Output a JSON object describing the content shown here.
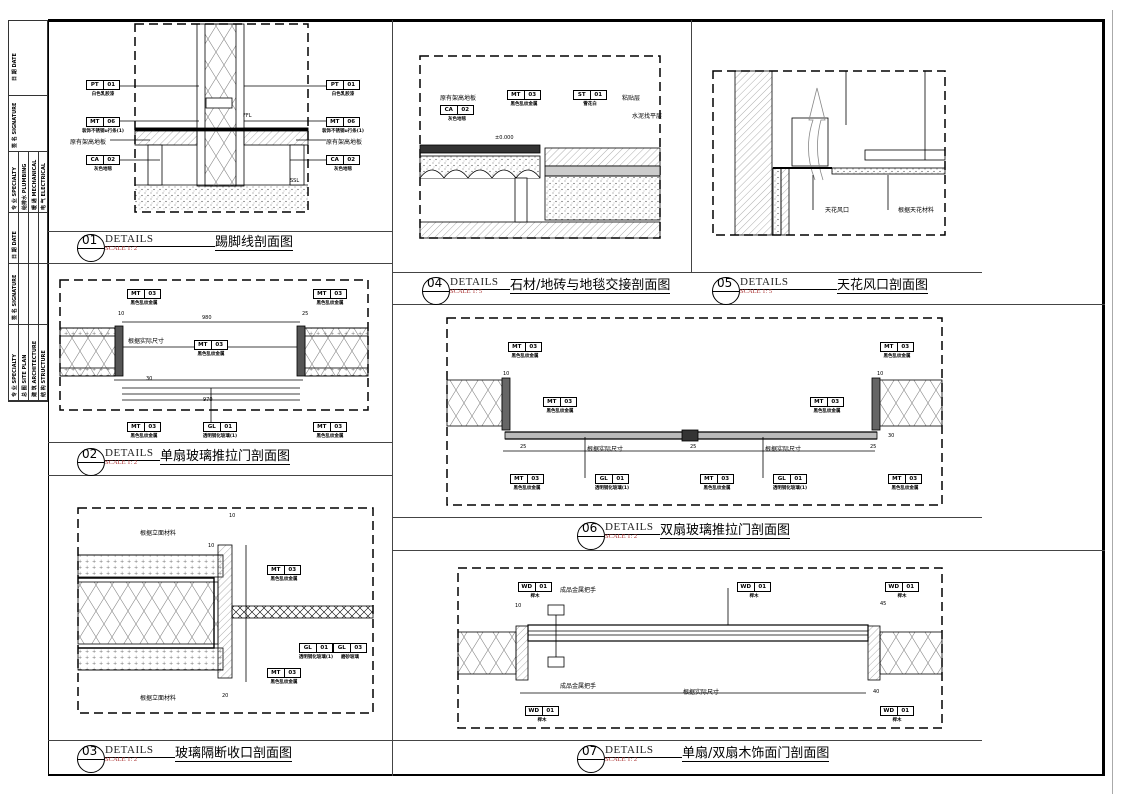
{
  "title_block": {
    "upper": {
      "date": "日 期 DATE",
      "signature": "签 名 SIGNATURE",
      "specialty": "专 业 SPECIALTY",
      "items": [
        "给排水 PLUMBING",
        "暖 通 MECHANICAL",
        "电 气 ELECTRICAL"
      ]
    },
    "lower": {
      "date": "日 期 DATE",
      "signature": "签 名 SIGNATURE",
      "specialty": "专 业 SPECIALTY",
      "items": [
        "总 图 SITE PLAN",
        "建 筑 ARCHITECTURE",
        "结 构 STRUCTURE"
      ]
    }
  },
  "details": [
    {
      "num": "01",
      "label": "DETAILS",
      "title": "踢脚线剖面图",
      "scale": "SCALE 1: 2",
      "callouts": [
        {
          "code": "PT",
          "num": "01",
          "desc": "白色乳胶漆"
        },
        {
          "code": "PT",
          "num": "01",
          "desc": "白色乳胶漆"
        },
        {
          "code": "MT",
          "num": "06",
          "desc": "装饰不锈钢u行条(1)"
        },
        {
          "code": "MT",
          "num": "06",
          "desc": "装饰不锈钢u行条(1)"
        },
        {
          "code": "CA",
          "num": "02",
          "desc": "灰色地毯"
        },
        {
          "code": "CA",
          "num": "02",
          "desc": "灰色地毯"
        }
      ],
      "notes": [
        "原有架高地板",
        "原有架高地板",
        "FFL",
        "SSL"
      ]
    },
    {
      "num": "02",
      "label": "DETAILS",
      "title": "单扇玻璃推拉门剖面图",
      "scale": "SCALE 1: 2",
      "callouts": [
        {
          "code": "MT",
          "num": "03",
          "desc": "黑色乱纹金属"
        },
        {
          "code": "MT",
          "num": "03",
          "desc": "黑色乱纹金属"
        },
        {
          "code": "MT",
          "num": "03",
          "desc": "黑色乱纹金属"
        },
        {
          "code": "MT",
          "num": "03",
          "desc": "黑色乱纹金属"
        },
        {
          "code": "GL",
          "num": "01",
          "desc": "透明钢化玻璃(1)"
        },
        {
          "code": "MT",
          "num": "03",
          "desc": "黑色乱纹金属"
        }
      ],
      "notes": [
        "980",
        "970",
        "10",
        "25",
        "30",
        "根据实际尺寸"
      ]
    },
    {
      "num": "03",
      "label": "DETAILS",
      "title": "玻璃隔断收口剖面图",
      "scale": "SCALE 1: 2",
      "callouts": [
        {
          "code": "MT",
          "num": "03",
          "desc": "黑色乱纹金属"
        },
        {
          "code": "GL",
          "num": "01",
          "desc": "透明钢化玻璃(1)"
        },
        {
          "code": "GL",
          "num": "03",
          "desc": "磨砂玻璃"
        },
        {
          "code": "MT",
          "num": "03",
          "desc": "黑色乱纹金属"
        }
      ],
      "notes": [
        "根据立面材料",
        "根据立面材料",
        "20",
        "10",
        "10"
      ]
    },
    {
      "num": "04",
      "label": "DETAILS",
      "title": "石材/地砖与地毯交接剖面图",
      "scale": "SCALE 1: 5",
      "callouts": [
        {
          "code": "CA",
          "num": "02",
          "desc": "灰色地毯"
        },
        {
          "code": "MT",
          "num": "03",
          "desc": "黑色乱纹金属"
        },
        {
          "code": "ST",
          "num": "01",
          "desc": "雪花白"
        }
      ],
      "notes": [
        "原有架高地板",
        "粘贴层",
        "水泥找平层",
        "±0.000"
      ]
    },
    {
      "num": "05",
      "label": "DETAILS",
      "title": "天花风口剖面图",
      "scale": "SCALE 1: 5",
      "callouts": [],
      "notes": [
        "天花风口",
        "根据天花材料"
      ]
    },
    {
      "num": "06",
      "label": "DETAILS",
      "title": "双扇玻璃推拉门剖面图",
      "scale": "SCALE 1: 2",
      "callouts": [
        {
          "code": "MT",
          "num": "03",
          "desc": "黑色乱纹金属"
        },
        {
          "code": "MT",
          "num": "03",
          "desc": "黑色乱纹金属"
        },
        {
          "code": "MT",
          "num": "03",
          "desc": "黑色乱纹金属"
        },
        {
          "code": "MT",
          "num": "03",
          "desc": "黑色乱纹金属"
        },
        {
          "code": "MT",
          "num": "03",
          "desc": "黑色乱纹金属"
        },
        {
          "code": "GL",
          "num": "01",
          "desc": "透明钢化玻璃(1)"
        },
        {
          "code": "MT",
          "num": "03",
          "desc": "黑色乱纹金属"
        },
        {
          "code": "GL",
          "num": "01",
          "desc": "透明钢化玻璃(1)"
        },
        {
          "code": "MT",
          "num": "03",
          "desc": "黑色乱纹金属"
        }
      ],
      "notes": [
        "根据实际尺寸",
        "根据实际尺寸",
        "25",
        "25",
        "25",
        "30",
        "10",
        "10"
      ]
    },
    {
      "num": "07",
      "label": "DETAILS",
      "title": "单扇/双扇木饰面门剖面图",
      "scale": "SCALE 1: 2",
      "callouts": [
        {
          "code": "WD",
          "num": "01",
          "desc": "榉木"
        },
        {
          "code": "WD",
          "num": "01",
          "desc": "榉木"
        },
        {
          "code": "WD",
          "num": "01",
          "desc": "榉木"
        },
        {
          "code": "WD",
          "num": "01",
          "desc": "榉木"
        },
        {
          "code": "WD",
          "num": "01",
          "desc": "榉木"
        }
      ],
      "notes": [
        "成品金属把手",
        "成品金属把手",
        "根据实际尺寸",
        "45",
        "40",
        "10"
      ]
    }
  ]
}
